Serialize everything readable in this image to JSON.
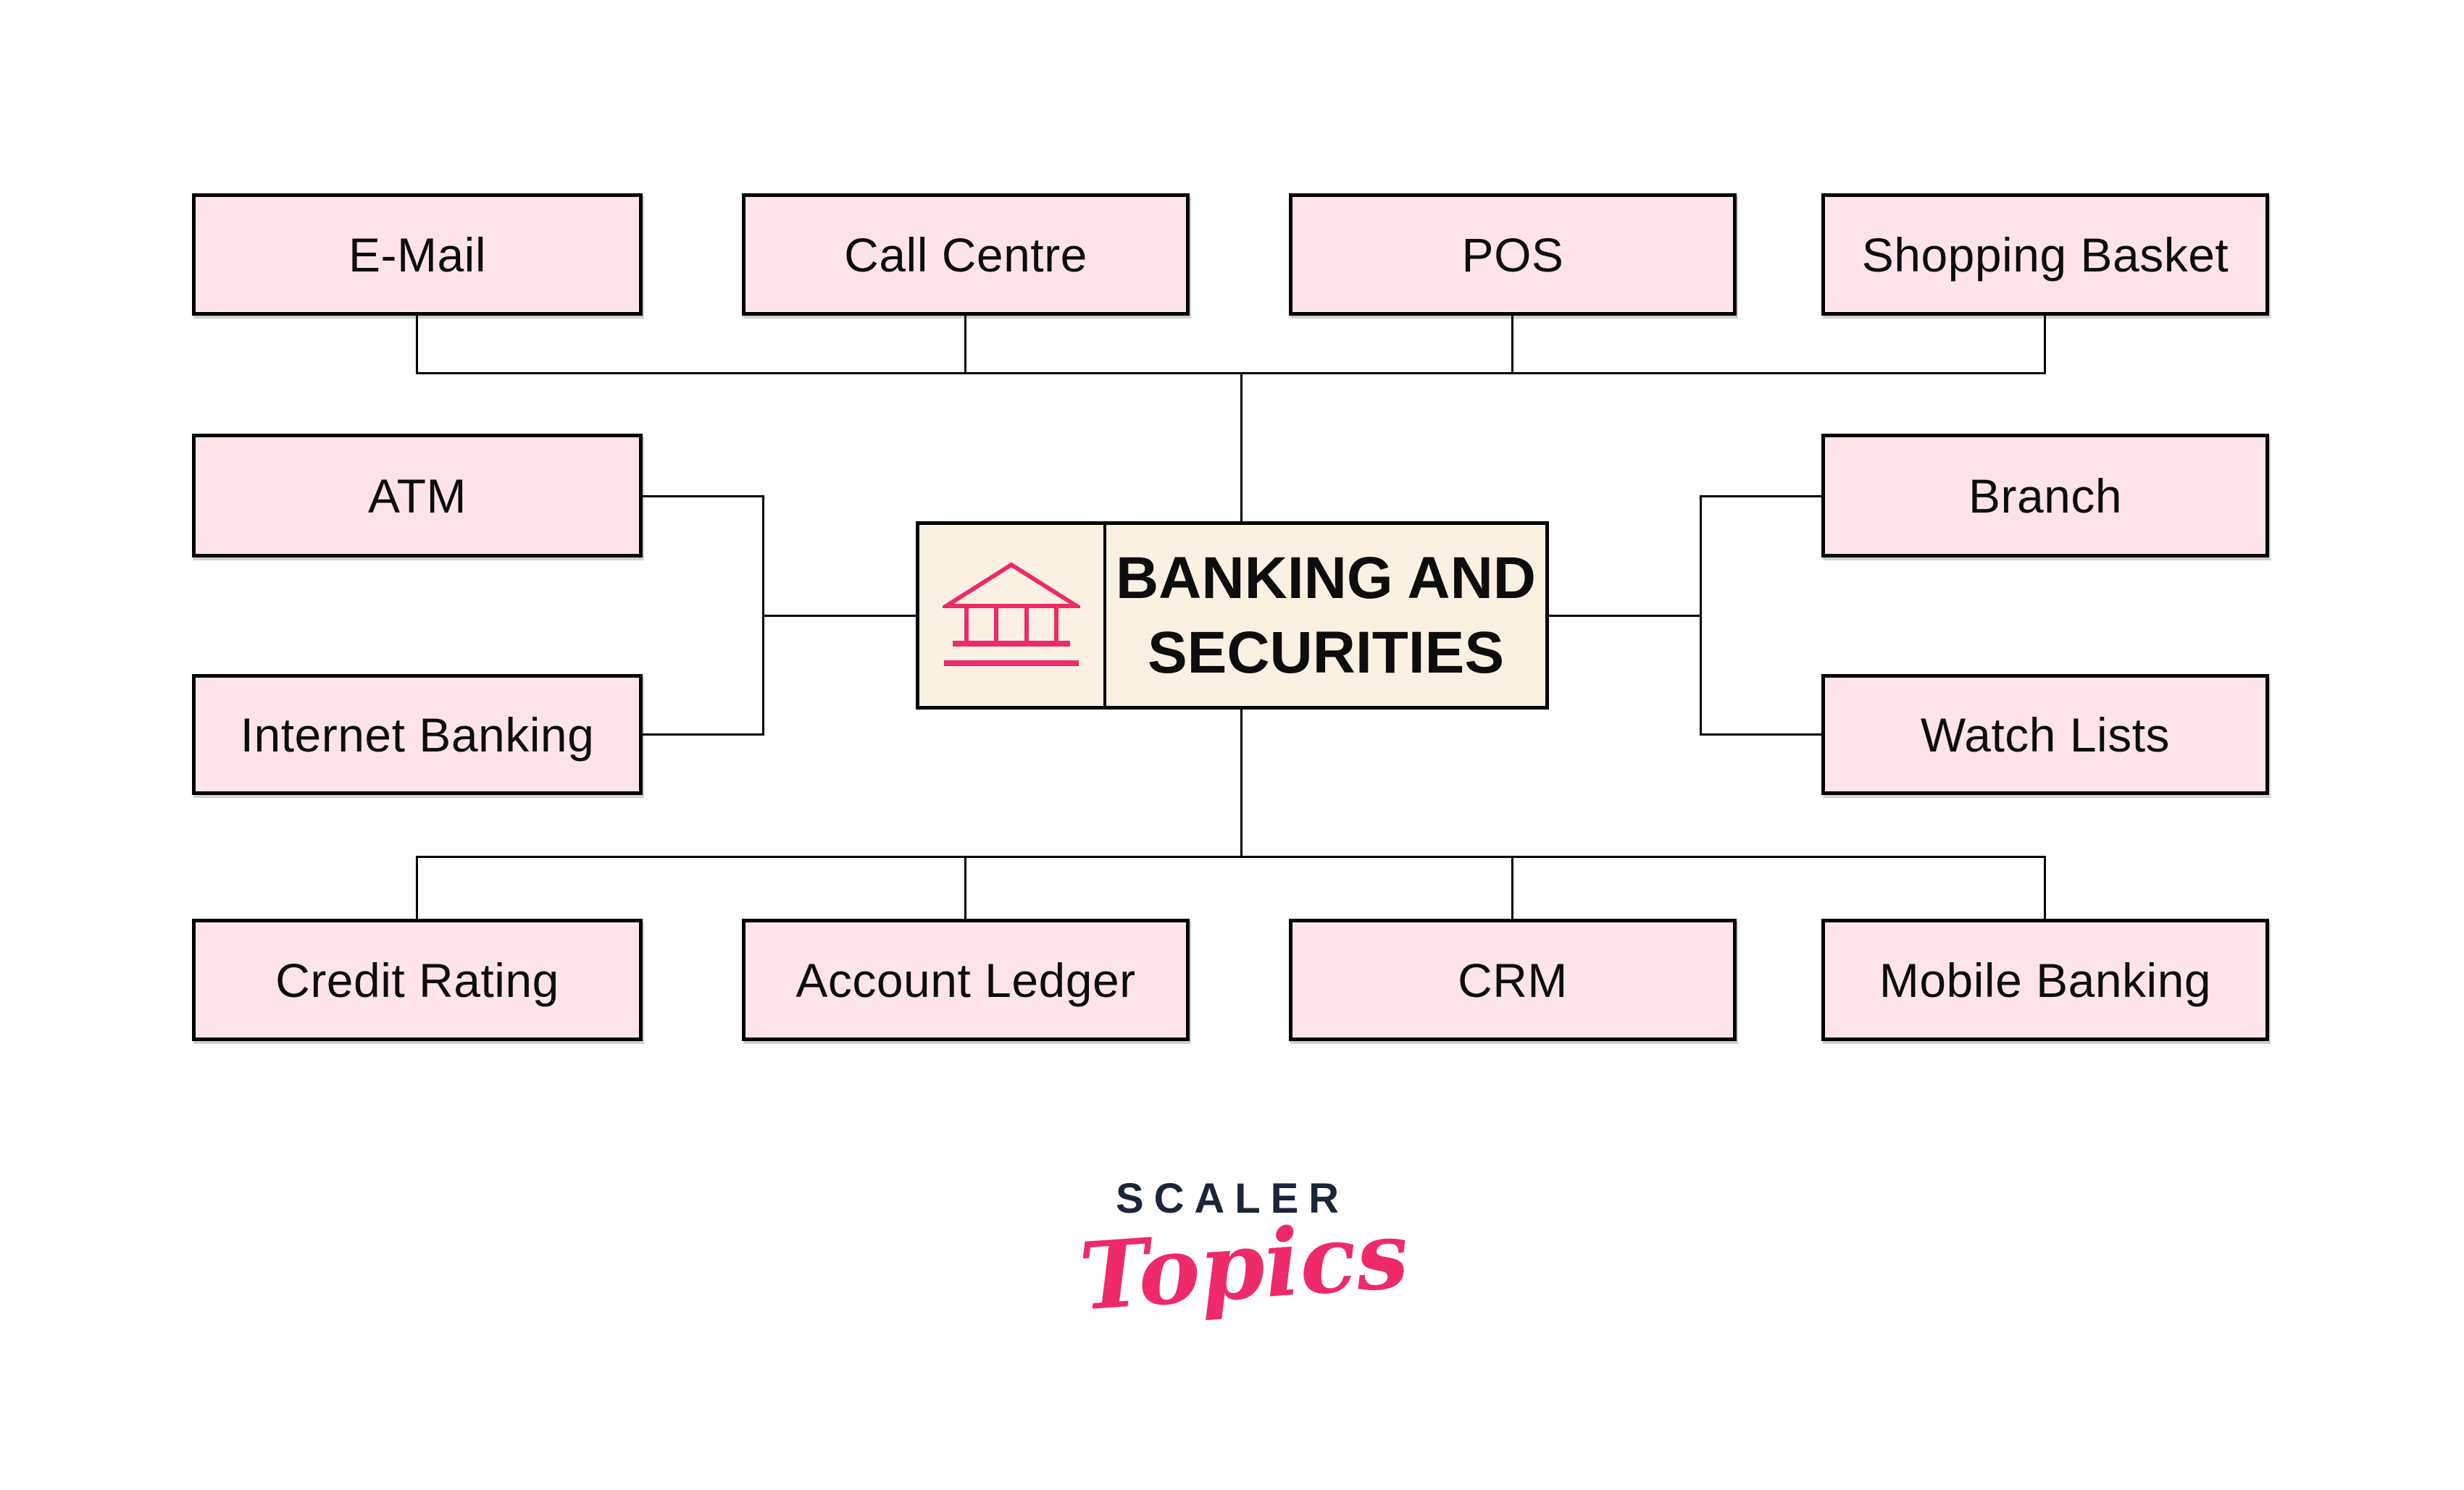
{
  "diagram": {
    "title_line1": "BANKING AND",
    "title_line2": "SECURITIES",
    "center_icon": "bank-icon"
  },
  "nodes": {
    "top": [
      "E-Mail",
      "Call Centre",
      "POS",
      "Shopping Basket"
    ],
    "left": [
      "ATM",
      "Internet Banking"
    ],
    "right": [
      "Branch",
      "Watch Lists"
    ],
    "bottom": [
      "Credit Rating",
      "Account Ledger",
      "CRM",
      "Mobile Banking"
    ]
  },
  "logo": {
    "brand": "SCALER",
    "sub": "Topics"
  },
  "colors": {
    "node_fill": "#fce4e9",
    "node_border": "#000000",
    "center_fill": "#fbf1e3",
    "accent_pink": "#ee2a68",
    "logo_navy": "#1b2537",
    "text": "#0d0d0d"
  }
}
